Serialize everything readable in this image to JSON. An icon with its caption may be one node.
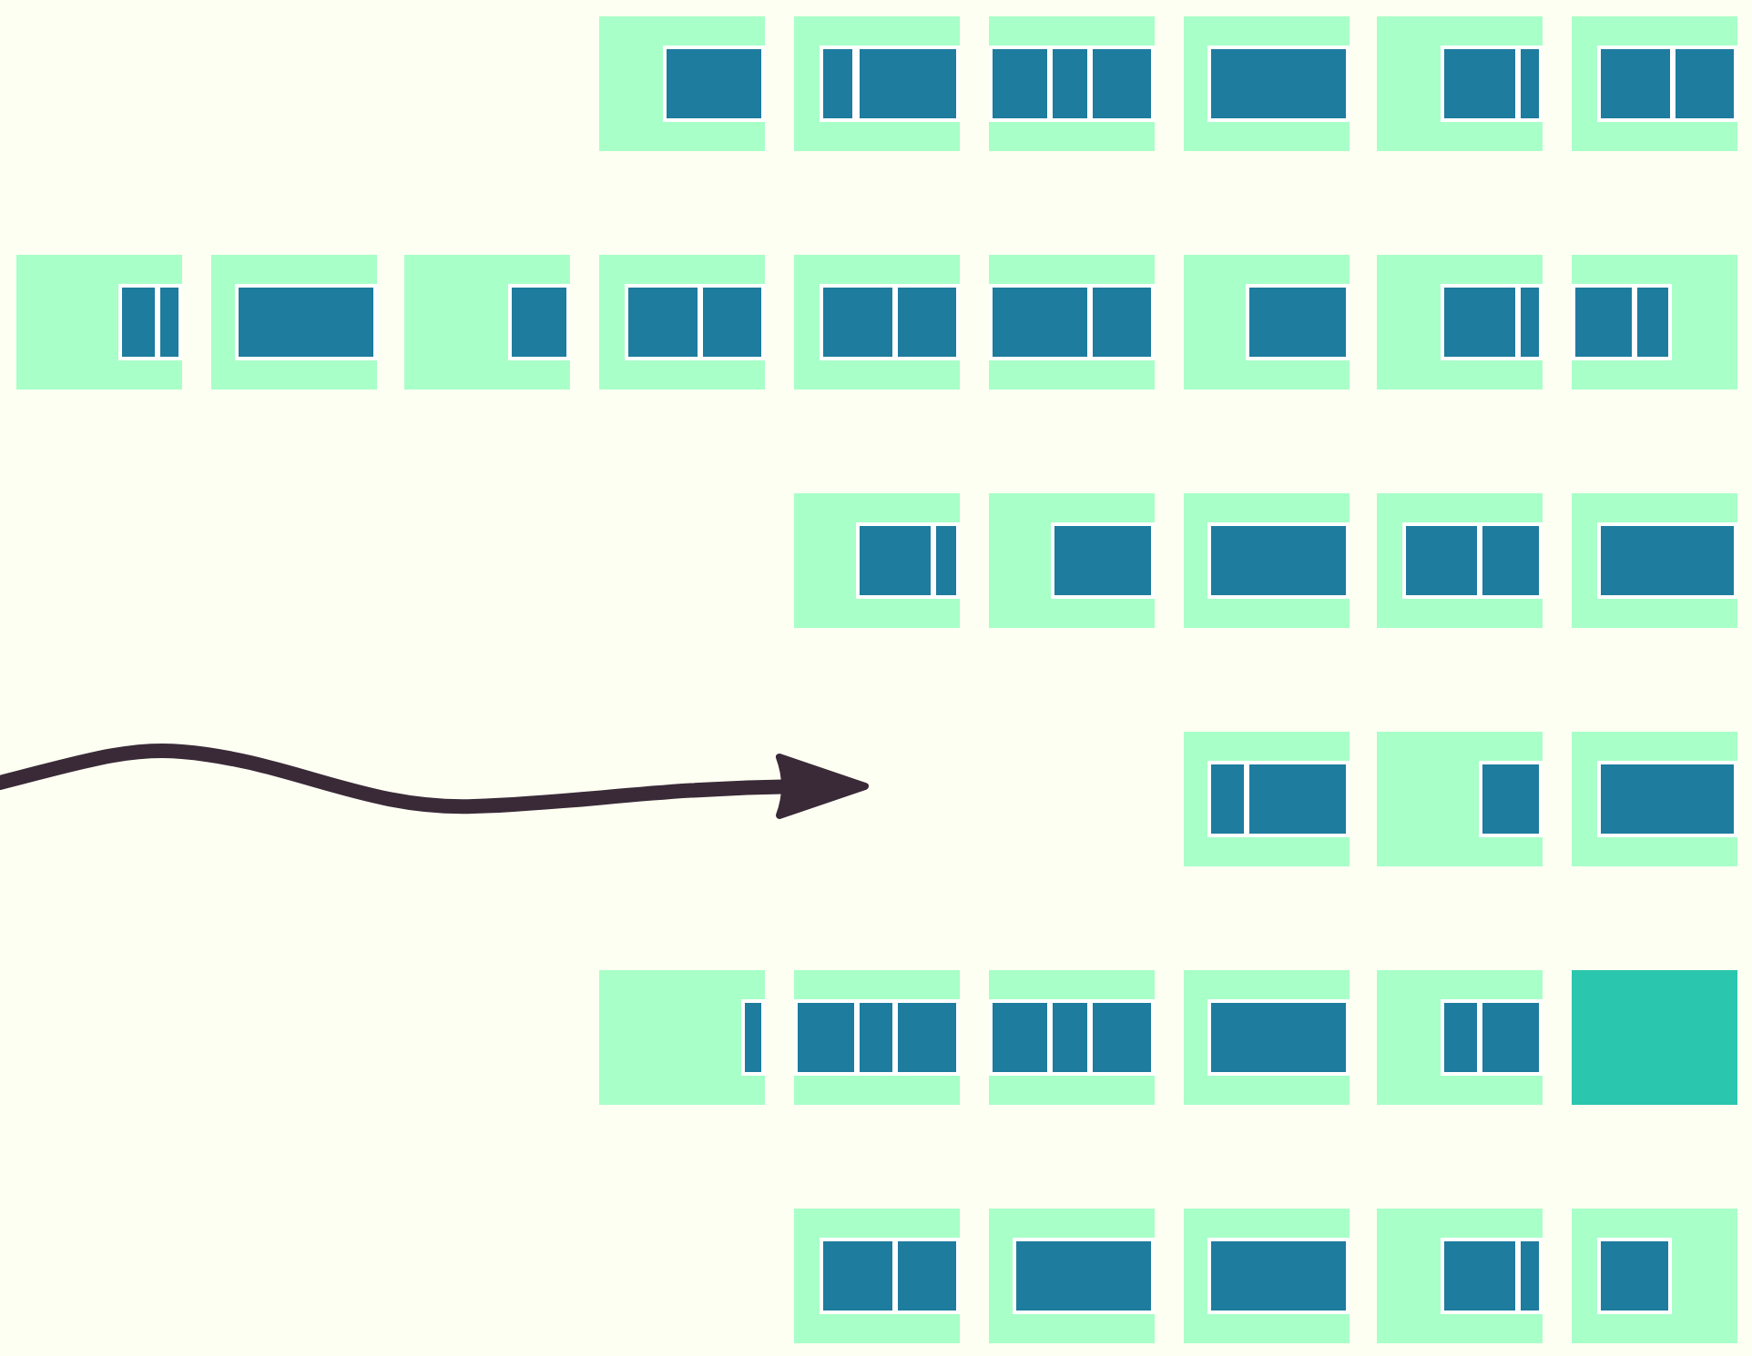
{
  "diagram": {
    "nodes": [
      {
        "text": [],
        "shape": "box"
      },
      {
        "text": [],
        "shape": "box"
      },
      {
        "text": [],
        "shape": "box"
      },
      {
        "text": [],
        "shape": "box"
      },
      {
        "text": [],
        "shape": "box"
      },
      {
        "text": [],
        "shape": "box"
      },
      {
        "text": [],
        "shape": "box"
      },
      {
        "text": [],
        "shape": "box"
      },
      {
        "text": [],
        "shape": "box"
      },
      {
        "text": [],
        "shape": "box"
      },
      {
        "text": [],
        "shape": "box"
      },
      {
        "text": [],
        "shape": "box"
      },
      {
        "text": [],
        "shape": "box"
      },
      {
        "text": [],
        "shape": "box"
      },
      {
        "text": [],
        "shape": "box"
      },
      {
        "text": [],
        "shape": "box"
      },
      {
        "text": [],
        "shape": "box"
      },
      {
        "text": [],
        "shape": "box"
      },
      {
        "text": [],
        "shape": "box"
      },
      {
        "text": [],
        "shape": "box"
      },
      {
        "text": [],
        "shape": "box"
      },
      {
        "text": [],
        "shape": "box"
      },
      {
        "text": [],
        "shape": "box"
      },
      {
        "text": [],
        "shape": "box"
      },
      {
        "text": [],
        "shape": "box"
      },
      {
        "text": [],
        "shape": "box"
      },
      {
        "text": [],
        "shape": "box"
      },
      {
        "text": [],
        "shape": "box"
      },
      {
        "text": [],
        "shape": "box"
      },
      {
        "text": [],
        "shape": "box"
      },
      {
        "text": [],
        "shape": "box"
      },
      {
        "text": [],
        "shape": "box"
      },
      {
        "text": [],
        "shape": "box"
      },
      {
        "text": [],
        "shape": "box"
      }
    ]
  }
}
